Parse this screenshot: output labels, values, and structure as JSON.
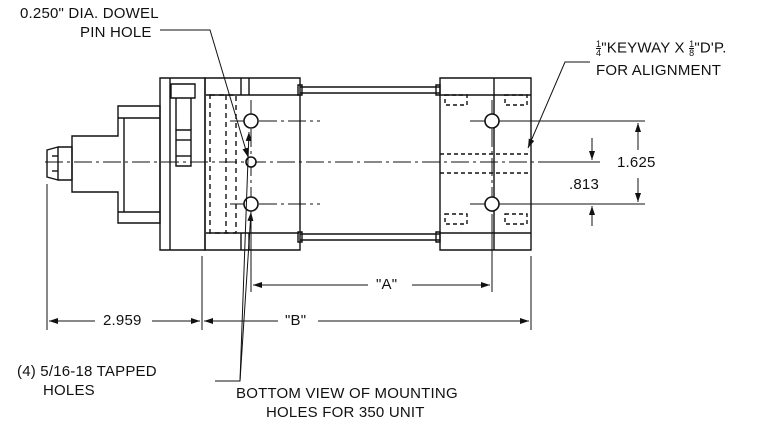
{
  "callouts": {
    "dowel_line1": "0.250\" DIA. DOWEL",
    "dowel_line2": "PIN HOLE",
    "keyway_num1": "1",
    "keyway_den1": "4",
    "keyway_mid": "\"KEYWAY X ",
    "keyway_num2": "1",
    "keyway_den2": "8",
    "keyway_end": "\"D'P.",
    "keyway_line2": "FOR ALIGNMENT",
    "tapped_line1": "(4) 5/16-18 TAPPED",
    "tapped_line2": "HOLES"
  },
  "dimensions": {
    "d_1625": "1.625",
    "d_813": ".813",
    "d_A": "\"A\"",
    "d_2959": "2.959",
    "d_B": "\"B\""
  },
  "caption": {
    "line1": "BOTTOM VIEW OF MOUNTING",
    "line2": "HOLES FOR 350 UNIT"
  }
}
